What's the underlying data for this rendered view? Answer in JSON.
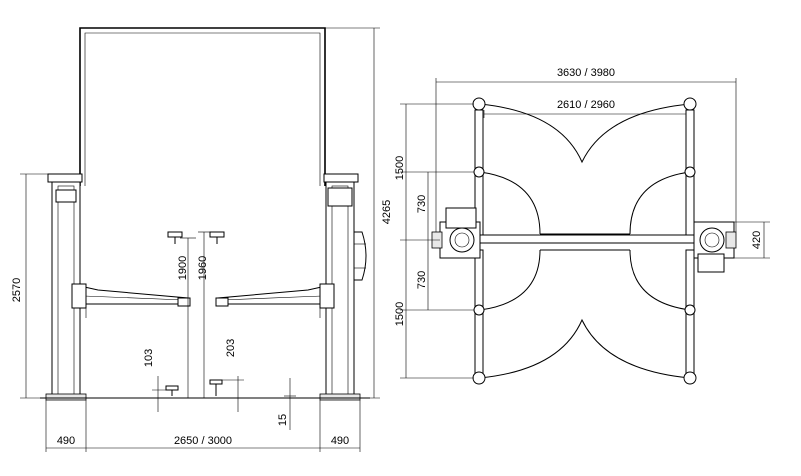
{
  "front_view": {
    "dims": {
      "overall_height": "4265",
      "column_height": "2570",
      "min_arm_height": "103",
      "max_arm_height_low": "1900",
      "max_arm_height_high": "1960",
      "pad_height": "203",
      "floor_clearance": "15",
      "base_left": "490",
      "inner_width": "2650 / 3000",
      "base_right": "490"
    }
  },
  "top_view": {
    "dims": {
      "overall_width": "3630 / 3980",
      "inner_width": "2610 / 2960",
      "arm_reach_upper": "1500",
      "arm_offset_upper": "730",
      "arm_offset_lower": "730",
      "arm_reach_lower": "1500",
      "column_depth": "420"
    }
  }
}
